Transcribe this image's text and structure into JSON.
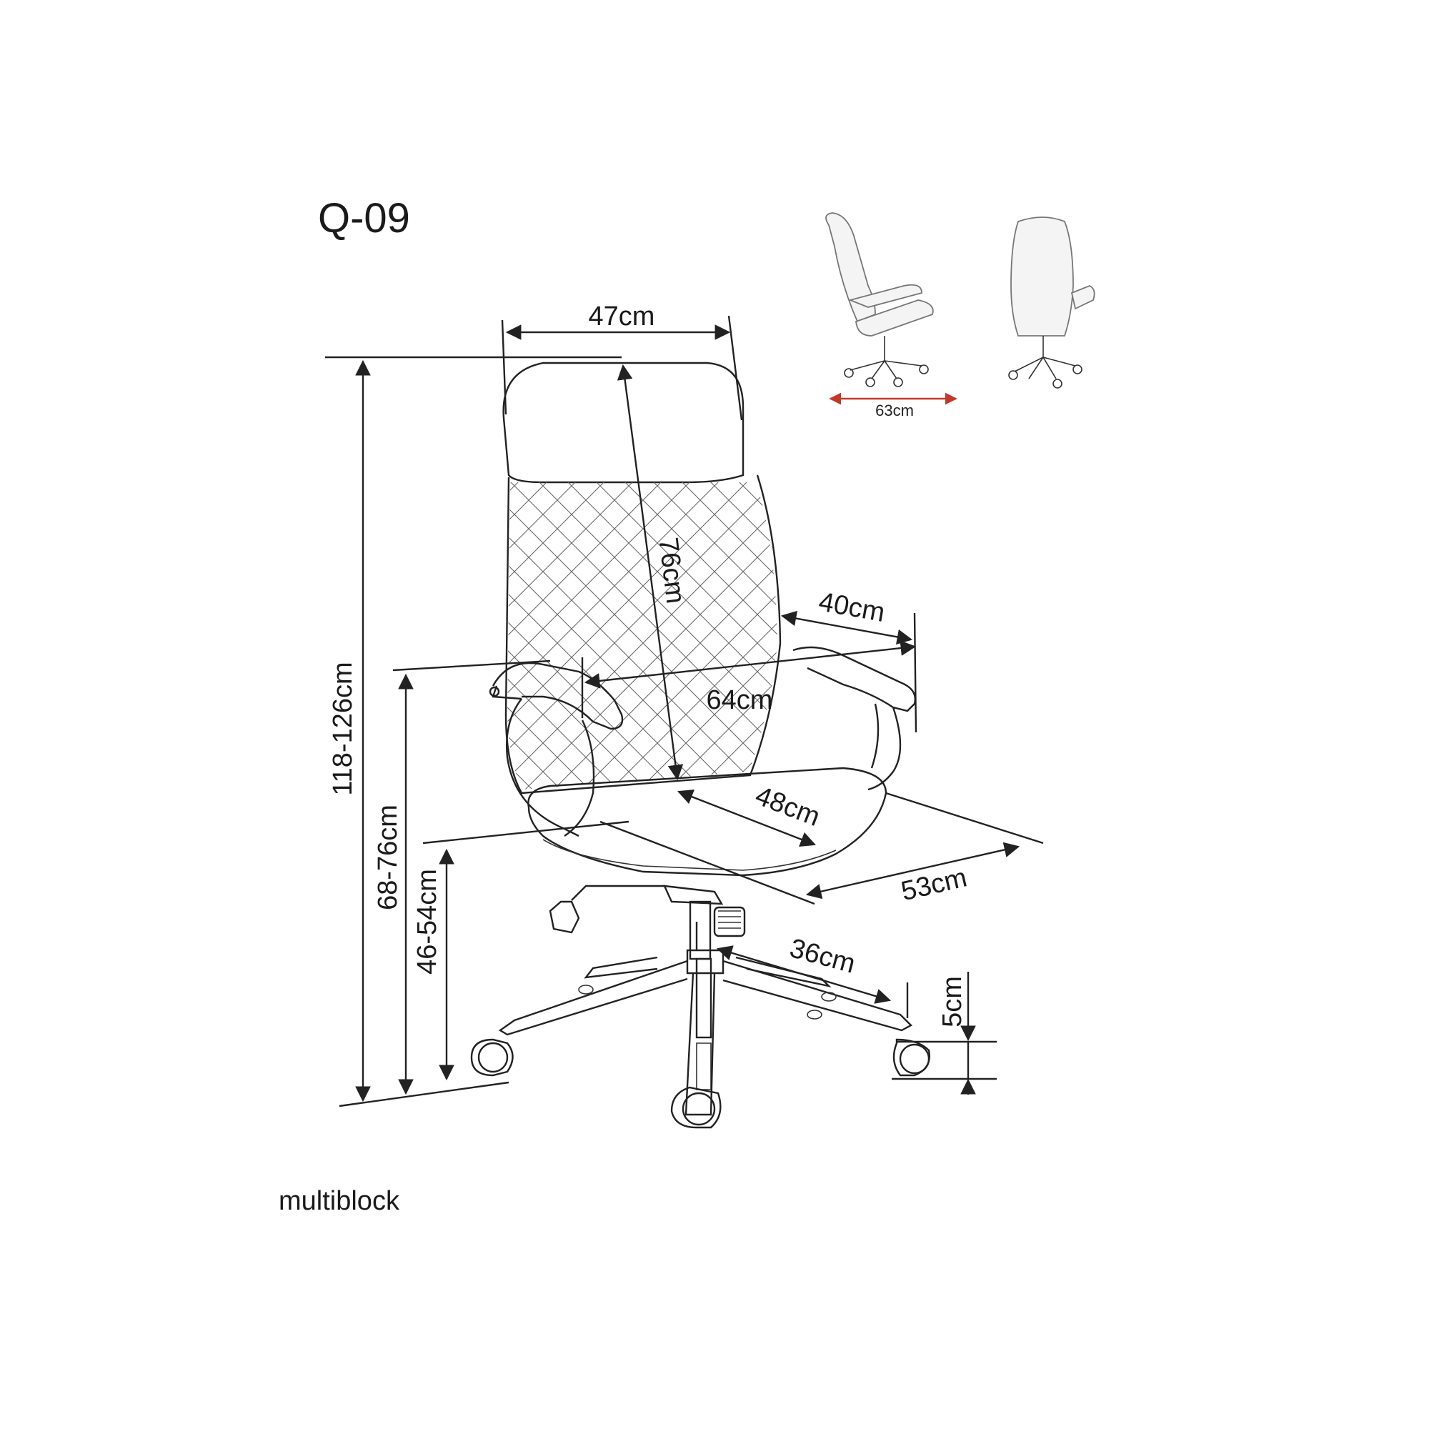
{
  "product": {
    "model": "Q-09",
    "brand": "multiblock"
  },
  "dimensions": {
    "backrest_width": "47cm",
    "backrest_height": "76cm",
    "total_height": "118-126cm",
    "armrest_height": "68-76cm",
    "seat_height": "46-54cm",
    "armrest_spacing": "64cm",
    "armrest_depth": "40cm",
    "seat_depth": "48cm",
    "total_depth": "53cm",
    "base_radius": "36cm",
    "caster_height": "5cm",
    "recline_depth": "63cm"
  },
  "colors": {
    "line": "#222222",
    "recline_arrow": "#c0392b"
  },
  "icons": [
    "chair-front-view",
    "chair-side-view-icon",
    "chair-back-view-icon"
  ]
}
